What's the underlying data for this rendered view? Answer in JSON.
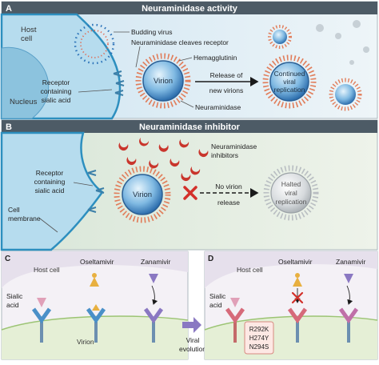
{
  "panels": {
    "a": {
      "letter": "A",
      "title": "Neuraminidase activity",
      "host_cell": [
        "Host",
        "cell"
      ],
      "nucleus": "Nucleus",
      "budding_virus": "Budding virus",
      "cleaves_receptor": "Neuraminidase cleaves receptor",
      "hemagglutinin": "Hemagglutinin",
      "virion": "Virion",
      "release": [
        "Release of",
        "new virions"
      ],
      "continued": [
        "Continued",
        "viral",
        "replication"
      ],
      "receptor": [
        "Receptor",
        "containing",
        "sialic acid"
      ],
      "neuraminidase": "Neuraminidase"
    },
    "b": {
      "letter": "B",
      "title": "Neuraminidase inhibitor",
      "inhibitors": [
        "Neuraminidase",
        "inhibitors"
      ],
      "receptor": [
        "Receptor",
        "containing",
        "sialic acid"
      ],
      "virion": "Virion",
      "no_release": [
        "No virion",
        "release"
      ],
      "halted": [
        "Halted",
        "viral",
        "replication"
      ],
      "cell_membrane": [
        "Cell",
        "membrane"
      ]
    },
    "c": {
      "letter": "C",
      "host_cell": "Host cell",
      "oseltamivir": "Oseltamivir",
      "zanamivir": "Zanamivir",
      "sialic_acid": [
        "Sialic",
        "acid"
      ],
      "virion": "Virion"
    },
    "transition": [
      "Viral",
      "evolution"
    ],
    "d": {
      "letter": "D",
      "host_cell": "Host cell",
      "oseltamivir": "Oseltamivir",
      "zanamivir": "Zanamivir",
      "sialic_acid": [
        "Sialic",
        "acid"
      ],
      "mutations": [
        "R292K",
        "H274Y",
        "N294S"
      ]
    }
  },
  "colors": {
    "header_bg": "#4d5b66",
    "panel_a_bg": "#e4eff5",
    "panel_b_bg": "#e8efe2",
    "cell_fill": "#b6dcee",
    "membrane": "#2d8fbf",
    "virion_core": "#3a86c6",
    "inhibitor_red": "#c9352c",
    "drug_gold": "#e8b040",
    "drug_purple": "#8a78c2"
  },
  "icons": [
    "red-x-icon",
    "arrow-icon"
  ]
}
